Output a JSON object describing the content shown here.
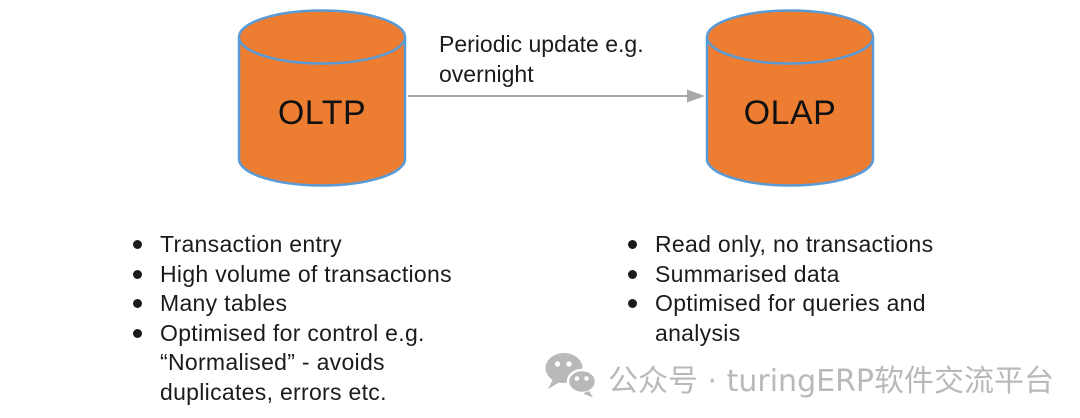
{
  "diagram": {
    "source": {
      "label": "OLTP"
    },
    "target": {
      "label": "OLAP"
    },
    "arrow": {
      "label_lines": [
        "Periodic update e.g.",
        "overnight"
      ]
    },
    "source_bullets": [
      "Transaction entry",
      "High volume of transactions",
      "Many tables",
      "Optimised for control e.g. “Normalised” - avoids duplicates, errors etc."
    ],
    "target_bullets": [
      "Read only, no transactions",
      "Summarised data",
      "Optimised for queries and analysis"
    ]
  },
  "watermark": {
    "icon": "wechat-icon",
    "text": "公众号 · turingERP软件交流平台"
  },
  "colors": {
    "cylinder_fill": "#ED7D31",
    "cylinder_stroke": "#5B9BD5",
    "arrow": "#A8A8A8",
    "text": "#1B1B1B",
    "watermark": "#B9B9B9"
  }
}
